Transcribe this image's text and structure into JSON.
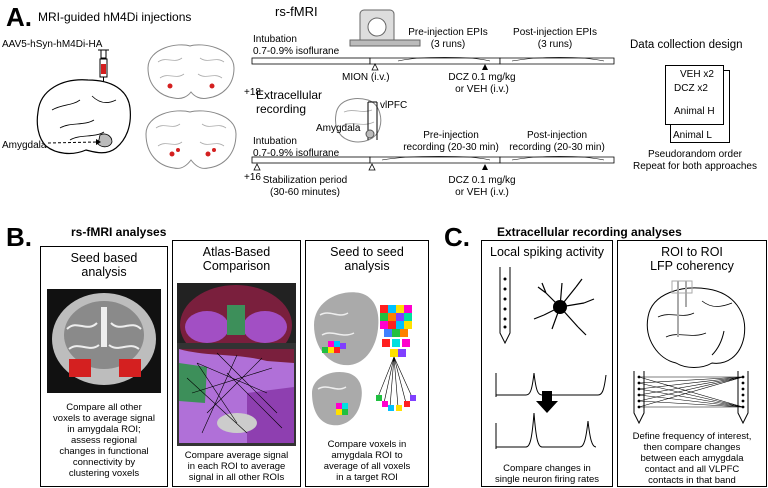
{
  "panel_a": {
    "letter": "A.",
    "injections_title": "MRI-guided hM4Di injections",
    "vector_label": "AAV5-hSyn-hM4Di-HA",
    "amygdala_label": "Amygdala",
    "slice_plus18": "+18",
    "slice_plus16": "+16",
    "rsfmri": {
      "title": "rs-fMRI",
      "intubation": "Intubation",
      "isoflurane": "0.7-0.9% isoflurane",
      "pre_epi_title": "Pre-injection EPIs",
      "pre_epi_runs": "(3 runs)",
      "post_epi_title": "Post-injection EPIs",
      "post_epi_runs": "(3 runs)",
      "mion": "MION (i.v.)",
      "dcz_line1": "DCZ 0.1 mg/kg",
      "dcz_line2": "or VEH (i.v.)"
    },
    "ephys": {
      "title_line1": "Extracellular",
      "title_line2": "recording",
      "vlpfc_label": "vlPFC",
      "amygdala_label": "Amygdala",
      "intubation": "Intubation",
      "isoflurane": "0.7-0.9% isoflurane",
      "pre_line1": "Pre-injection",
      "pre_line2": "recording (20-30 min)",
      "post_line1": "Post-injection",
      "post_line2": "recording (20-30 min)",
      "stab_line1": "Stabilization period",
      "stab_line2": "(30-60 minutes)",
      "dcz_line1": "DCZ 0.1 mg/kg",
      "dcz_line2": "or VEH (i.v.)"
    },
    "design": {
      "title": "Data collection design",
      "veh": "VEH x2",
      "dcz": "DCZ x2",
      "animal_h": "Animal H",
      "animal_l": "Animal L",
      "note_line1": "Pseudorandom order",
      "note_line2": "Repeat for both approaches"
    }
  },
  "panel_b": {
    "letter": "B.",
    "title": "rs-fMRI analyses",
    "boxes": [
      {
        "title_line1": "Seed based",
        "title_line2": "analysis",
        "caption": [
          "Compare all other",
          "voxels to average signal",
          "in amygdala ROI;",
          "assess regional",
          "changes in functional",
          "connectivity by",
          "clustering voxels"
        ]
      },
      {
        "title_line1": "Atlas-Based",
        "title_line2": "Comparison",
        "caption": [
          "Compare average signal",
          "in each ROI to average",
          "signal in all other ROIs"
        ]
      },
      {
        "title_line1": "Seed to seed",
        "title_line2": "analysis",
        "caption": [
          "Compare voxels in",
          "amygdala ROI to",
          "average of all voxels",
          "in a target ROI"
        ]
      }
    ]
  },
  "panel_c": {
    "letter": "C.",
    "title": "Extracellular recording analyses",
    "boxes": [
      {
        "title_line1": "Local spiking activity",
        "title_line2": "",
        "caption": [
          "Compare changes in",
          "single neuron firing rates"
        ]
      },
      {
        "title_line1": "ROI to ROI",
        "title_line2": "LFP coherency",
        "caption": [
          "Define frequency of interest,",
          "then compare changes",
          "between each amygdala",
          "contact and all VLPFC",
          "contacts in that band"
        ]
      }
    ]
  },
  "colors": {
    "roi_red": "#d42020",
    "atlas_purple": "#a24fc4",
    "atlas_maroon": "#7a1f3d",
    "atlas_green": "#3d8f5a"
  }
}
